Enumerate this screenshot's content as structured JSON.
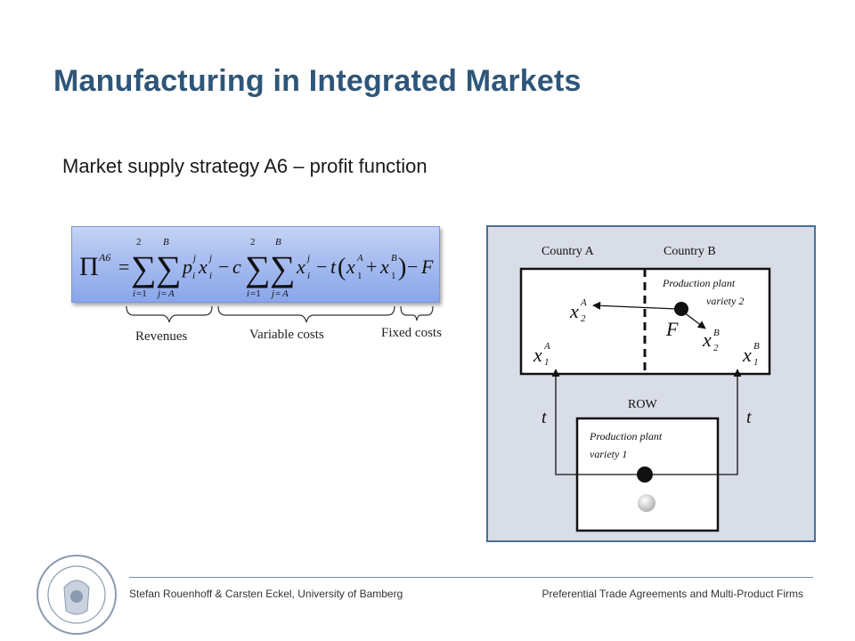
{
  "slide": {
    "title": "Manufacturing in Integrated Markets",
    "subtitle": "Market supply strategy A6 – profit function"
  },
  "formula": {
    "text": "Π^{A6} = Σ_{i=1}^{2} Σ_{j=A}^{B} p_i^j x_i^j − c Σ_{i=1}^{2} Σ_{j=A}^{B} x_i^j − t(x_1^A + x_1^B) − F"
  },
  "braces": {
    "revenues": "Revenues",
    "variable_costs": "Variable costs",
    "fixed_costs": "Fixed costs"
  },
  "diagram": {
    "country_a": "Country A",
    "country_b": "Country B",
    "plant2_line1": "Production plant",
    "plant2_line2": "variety 2",
    "plant1_line1": "Production plant",
    "plant1_line2": "variety 1",
    "row_label": "ROW",
    "fixed_cost_symbol": "F",
    "transport_cost_symbol": "t",
    "colors": {
      "background": "#d9dde7",
      "border": "#4a6f95"
    }
  },
  "footer": {
    "left": "Stefan Rouenhoff & Carsten Eckel, University of Bamberg",
    "right": "Preferential Trade Agreements and Multi-Product Firms"
  }
}
